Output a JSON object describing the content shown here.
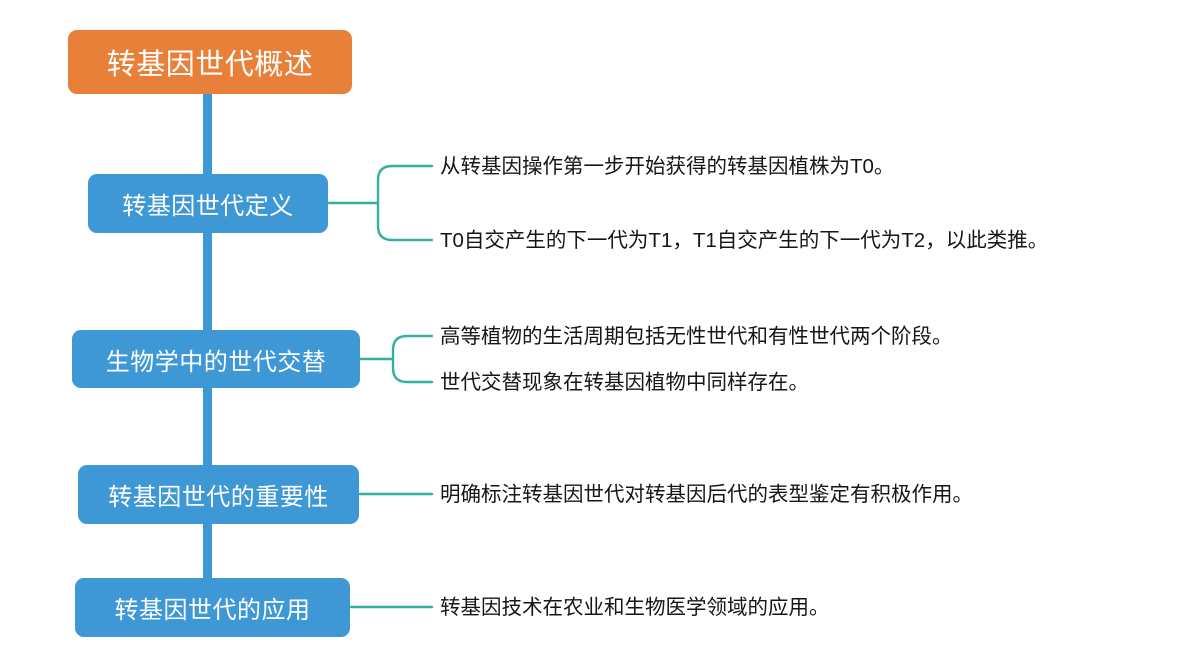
{
  "diagram": {
    "title": "转基因世代概述",
    "colors": {
      "root_fill": "#e8803a",
      "branch_fill": "#3e98d6",
      "spine": "#3e98d6",
      "connector": "#35b0a0",
      "node_text": "#ffffff",
      "leaf_text": "#161616",
      "background": "#ffffff"
    },
    "root": {
      "label": "转基因世代概述"
    },
    "branches": [
      {
        "label": "转基因世代定义",
        "leaves": [
          "从转基因操作第一步开始获得的转基因植株为T0。",
          "T0自交产生的下一代为T1，T1自交产生的下一代为T2，以此类推。"
        ]
      },
      {
        "label": "生物学中的世代交替",
        "leaves": [
          "高等植物的生活周期包括无性世代和有性世代两个阶段。",
          "世代交替现象在转基因植物中同样存在。"
        ]
      },
      {
        "label": "转基因世代的重要性",
        "leaves": [
          "明确标注转基因世代对转基因后代的表型鉴定有积极作用。"
        ]
      },
      {
        "label": "转基因世代的应用",
        "leaves": [
          "转基因技术在农业和生物医学领域的应用。"
        ]
      }
    ]
  }
}
